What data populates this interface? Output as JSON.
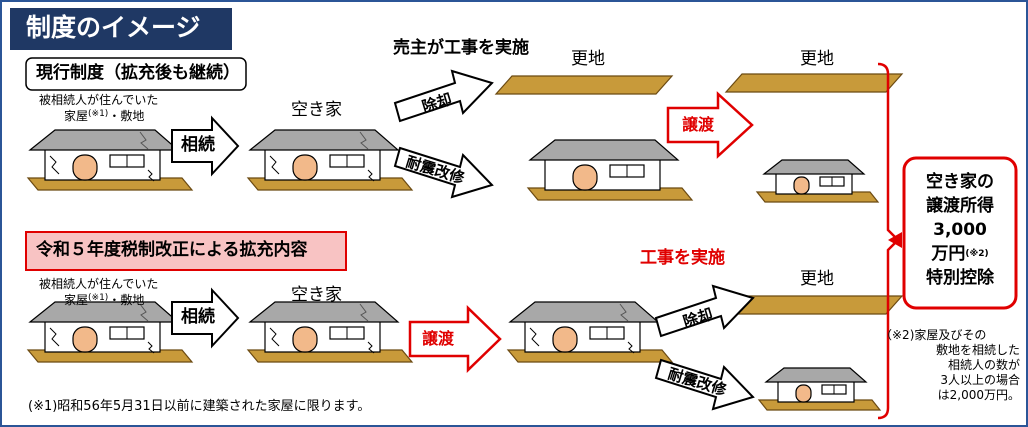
{
  "title": "制度のイメージ",
  "current_system": {
    "heading": "現行制度（拡充後も継続）",
    "deceased_house": "被相続人が住んでいた",
    "house_site_a": "家屋",
    "house_site_note": "(※1)",
    "house_site_b": "・敷地",
    "inherit": "相続",
    "vacant_house": "空き家",
    "seller_work": "売主が工事を実施",
    "demolish": "除却",
    "retrofit": "耐震改修",
    "vacant_lot_1": "更地",
    "vacant_lot_2": "更地",
    "transfer": "譲渡"
  },
  "reform": {
    "heading": "令和５年度税制改正による拡充内容",
    "deceased_house": "被相続人が住んでいた",
    "house_site_a": "家屋",
    "house_site_note": "(※1)",
    "house_site_b": "・敷地",
    "inherit": "相続",
    "vacant_house": "空き家",
    "transfer": "譲渡",
    "buyer_work": "工事を実施",
    "vacant_lot": "更地",
    "demolish": "除却",
    "retrofit": "耐震改修"
  },
  "result": {
    "line1": "空き家の",
    "line2": "譲渡所得",
    "line3": "3,000",
    "line4": "万円",
    "line4_note": "(※2)",
    "line5": "特別控除"
  },
  "notes": {
    "note1": "(※1)昭和56年5月31日以前に建築された家屋に限ります。",
    "note2_l1": "（※2)家屋及びその",
    "note2_l2": "敷地を相続した",
    "note2_l3": "相続人の数が",
    "note2_l4": "3人以上の場合",
    "note2_l5": "は2,000万円。"
  },
  "colors": {
    "title_bg": "#1f3864",
    "accent_red": "#e00000",
    "ground": "#c89a3a",
    "roof": "#a8a8a8",
    "door": "#f2b98a",
    "frame_border": "#2b5597"
  }
}
